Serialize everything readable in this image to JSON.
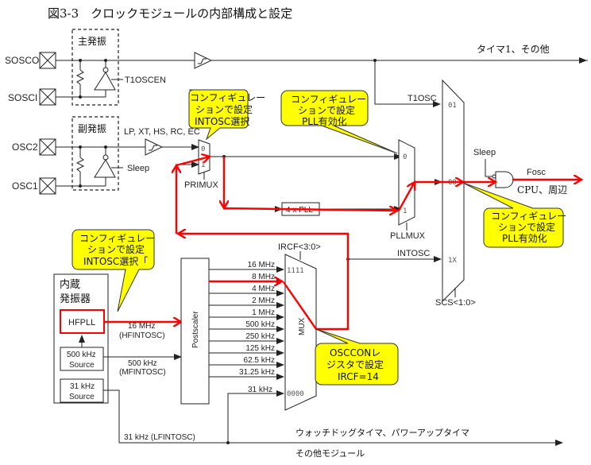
{
  "title": "図3-3　クロックモジュールの内部構成と設定",
  "pins": {
    "sosco": "SOSCO",
    "sosci": "SOSCI",
    "osc2": "OSC2",
    "osc1": "OSC1"
  },
  "blocks": {
    "main_osc": "主発振",
    "sub_osc": "副発振",
    "t1oscen": "T1OSCEN",
    "sleep_osc": "Sleep",
    "modes": "LP, XT, HS, RC, EC",
    "primux": "PRIMUX",
    "pll4x": "4 x PLL",
    "pllmux": "PLLMUX",
    "t1osc": "T1OSC",
    "intosc": "INTOSC",
    "scs": "SCS<1:0>",
    "sleep_gate": "Sleep",
    "fosc": "Fosc",
    "cpu": "CPU、周辺",
    "timer1": "タイマ1、その他",
    "internal_osc_line1": "内蔵",
    "internal_osc_line2": "発振器",
    "hfpll": "HFPLL",
    "src500_l1": "500 kHz",
    "src500_l2": "Source",
    "src31_l1": "31 kHz",
    "src31_l2": "Source",
    "hf_freq": "16 MHz",
    "hf_name": "(HFINTOSC)",
    "mf_freq": "500 kHz",
    "mf_name": "(MFINTOSC)",
    "lf_label": "31 kHz (LFINTOSC)",
    "postscaler": "Postscaler",
    "ircf": "IRCF<3:0>",
    "mux": "MUX",
    "wdt": "ウォッチドッグタイマ、パワーアップタイマ",
    "others": "その他モジュール"
  },
  "mux_ports": {
    "primux_0": "0",
    "primux_1": "1",
    "pllmux_0": "0",
    "pllmux_1": "1",
    "scs_01": "01",
    "scs_00": "00",
    "scs_1x": "1X",
    "ircf_top": "1111",
    "ircf_bottom": "0000"
  },
  "postscaler_outputs": [
    "16 MHz",
    "8 MHz",
    "4 MHz",
    "2 MHz",
    "1 MHz",
    "500 kHz",
    "250 kHz",
    "125 kHz",
    "62.5 kHz",
    "31.25 kHz"
  ],
  "lf_input": "31 kHz",
  "callouts": [
    {
      "lines": [
        "コンフィギュレー",
        "ションで設定",
        "INTOSC選択"
      ]
    },
    {
      "lines": [
        "コンフィギュレー",
        "ションで設定",
        "PLL有効化"
      ]
    },
    {
      "lines": [
        "コンフィギュレー",
        "ションで設定",
        "PLL有効化"
      ]
    },
    {
      "lines": [
        "コンフィギュレー",
        "ションで設定",
        "INTOSC選択「"
      ]
    },
    {
      "lines": [
        "OSCCONレ",
        "ジスタで設定",
        "IRCF=14"
      ]
    }
  ],
  "colors": {
    "highlight_path": "#ff0000",
    "callout_fill": "#ffff00"
  }
}
